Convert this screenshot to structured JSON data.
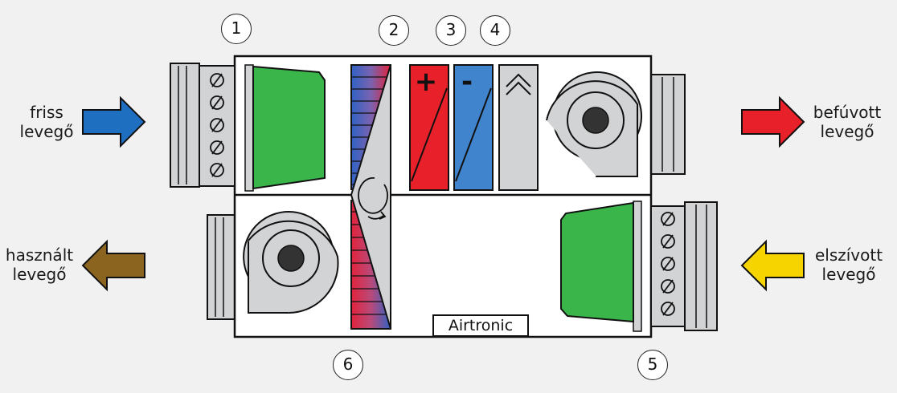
{
  "labels": {
    "fresh_air": [
      "friss",
      "levegő"
    ],
    "supply_air": [
      "befúvott",
      "levegő"
    ],
    "used_air": [
      "használt",
      "levegő"
    ],
    "extract_air": [
      "elszívott",
      "levegő"
    ]
  },
  "callouts": [
    "1",
    "2",
    "3",
    "4",
    "5",
    "6"
  ],
  "brand": "Airtronic",
  "symbols": {
    "heater": "+",
    "cooler": "-"
  },
  "colors": {
    "fresh_arrow": "#1f6fc0",
    "supply_arrow": "#e8202a",
    "used_arrow": "#8b6420",
    "extract_arrow": "#f5d400",
    "filter": "#3ab54a",
    "heater": "#e8202a",
    "cooler": "#3f84cc",
    "housing": "#d2d3d4"
  }
}
